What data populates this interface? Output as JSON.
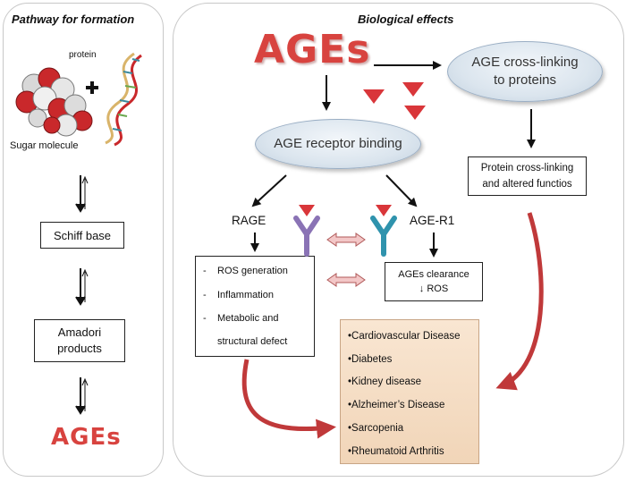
{
  "left": {
    "title": "Pathway  for formation",
    "protein_label": "protein",
    "sugar_label": "Sugar molecule",
    "schiff": "Schiff base",
    "amadori_line1": "Amadori",
    "amadori_line2": "products",
    "ages": "AGEs"
  },
  "right": {
    "title": "Biological effects",
    "ages": "AGEs",
    "crosslink_line1": "AGE cross-linking",
    "crosslink_line2": "to proteins",
    "receptor": "AGE receptor binding",
    "protein_box_line1": "Protein cross-linking",
    "protein_box_line2": "and altered functios",
    "rage": "RAGE",
    "ager1": "AGE-R1",
    "rage_effects": [
      "ROS generation",
      "Inflammation",
      "Metabolic and",
      "structural defect"
    ],
    "clearance_line1": "AGEs clearance",
    "clearance_line2": "↓ ROS",
    "diseases": [
      "•Cardiovascular Disease",
      "•Diabetes",
      "•Kidney disease",
      "•Alzheimer’s Disease",
      "•Sarcopenia",
      "•Rheumatoid Arthritis"
    ]
  },
  "colors": {
    "ages_red": "#d8433f",
    "arrow_red": "#c0393a",
    "rage_receptor": "#8a73b5",
    "ager1_receptor": "#2f93ad",
    "triangle": "#d9363a",
    "disease_fill": "#f6dfc8"
  },
  "icons": [
    "sugar-molecule-icon",
    "plus-icon",
    "dna-helix-icon",
    "receptor-y-icon",
    "triangle-ligand-icon"
  ]
}
